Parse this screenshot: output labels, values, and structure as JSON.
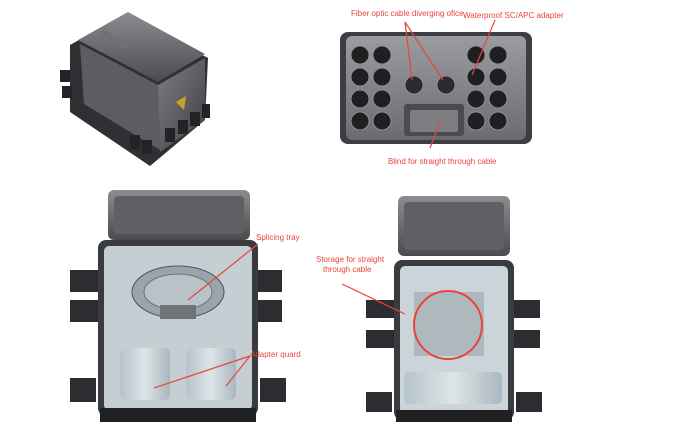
{
  "labels": {
    "fiber_optic": "Fiber optic cable diverging ofice",
    "waterproof_adapter": "Waterproof SC/APC adapter",
    "blind": "Blind for straight through cable",
    "splicing_tray": "Splicing tray",
    "adapter_quard": "Adapter quard",
    "storage_line1": "Storage for straight",
    "storage_line2": "through cable"
  },
  "colors": {
    "callout": "#e8453c",
    "body_dark": "#3b3b3d",
    "body_mid": "#6c6d70",
    "body_light": "#a9abae",
    "interior": "#c9d2d6"
  }
}
